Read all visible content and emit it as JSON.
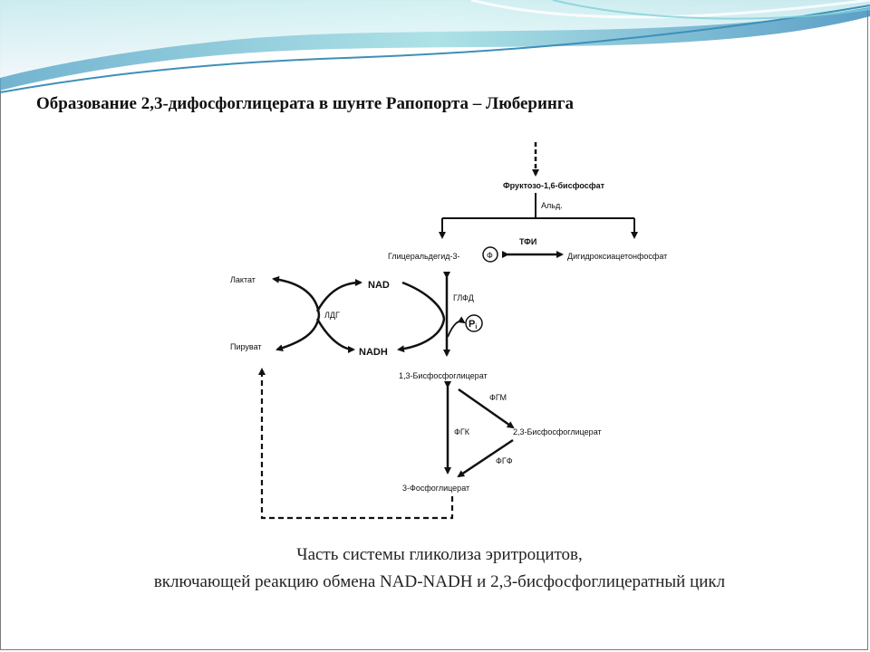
{
  "title": "Образование 2,3-дифосфоглицерата в шунте Рапопорта – Люберинга",
  "diagram": {
    "fructose": "Фруктозо-1,6-бисфосфат",
    "ald": "Альд.",
    "gap": "Глицеральдегид-3-",
    "phi": "Ф",
    "tfi": "ТФИ",
    "dhap": "Дигидроксиацетонфосфат",
    "lactate": "Лактат",
    "nad": "NAD",
    "ldg": "ЛДГ",
    "pyruvate": "Пируват",
    "nadh": "NADH",
    "glfd": "ГЛФД",
    "pi": "P",
    "pi_sub": "i",
    "bpg13": "1,3-Бисфосфоглицерат",
    "fgm": "ФГМ",
    "fgk": "ФГК",
    "bpg23": "2,3-Бисфосфоглицерат",
    "fgf": "ФГФ",
    "pg3": "3-Фосфоглицерат"
  },
  "caption": {
    "line1": "Часть системы гликолиза эритроцитов,",
    "line2": "включающей реакцию обмена NAD-NADH и 2,3-бисфосфоглицератный цикл"
  },
  "colors": {
    "banner_light": "#cfeef0",
    "banner_mid": "#8fd6dd",
    "banner_dark": "#3e8fb8"
  }
}
